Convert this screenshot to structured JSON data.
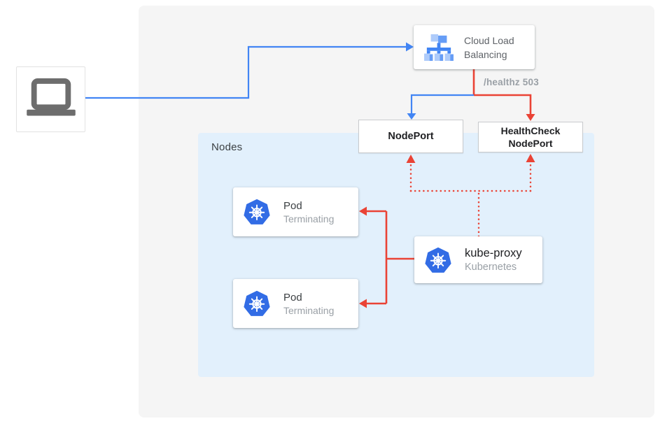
{
  "colors": {
    "traffic_blue": "#4285f4",
    "health_red": "#ea4335",
    "canvas_background": "#f5f5f5",
    "nodes_panel_blue": "#e2f0fc",
    "kubernetes_blue": "#326ce5",
    "icon_blue_light": "#aecbfa",
    "icon_blue_medium": "#669df6",
    "muted_text": "#9aa0a6",
    "dark_text": "#3c4043"
  },
  "client": {
    "icon": "laptop-icon"
  },
  "cloud_load_balancing": {
    "label_line1": "Cloud Load",
    "label_line2": "Balancing",
    "icon": "cloud-load-balancing-icon"
  },
  "health_check_label": "/healthz 503",
  "nodeport": {
    "label": "NodePort"
  },
  "healthcheck_nodeport": {
    "label_line1": "HealthCheck",
    "label_line2": "NodePort"
  },
  "nodes_panel": {
    "label": "Nodes"
  },
  "pods": [
    {
      "title": "Pod",
      "status": "Terminating",
      "icon": "kubernetes-icon"
    },
    {
      "title": "Pod",
      "status": "Terminating",
      "icon": "kubernetes-icon"
    }
  ],
  "kube_proxy": {
    "title": "kube-proxy",
    "subtitle": "Kubernetes",
    "icon": "kubernetes-icon"
  }
}
